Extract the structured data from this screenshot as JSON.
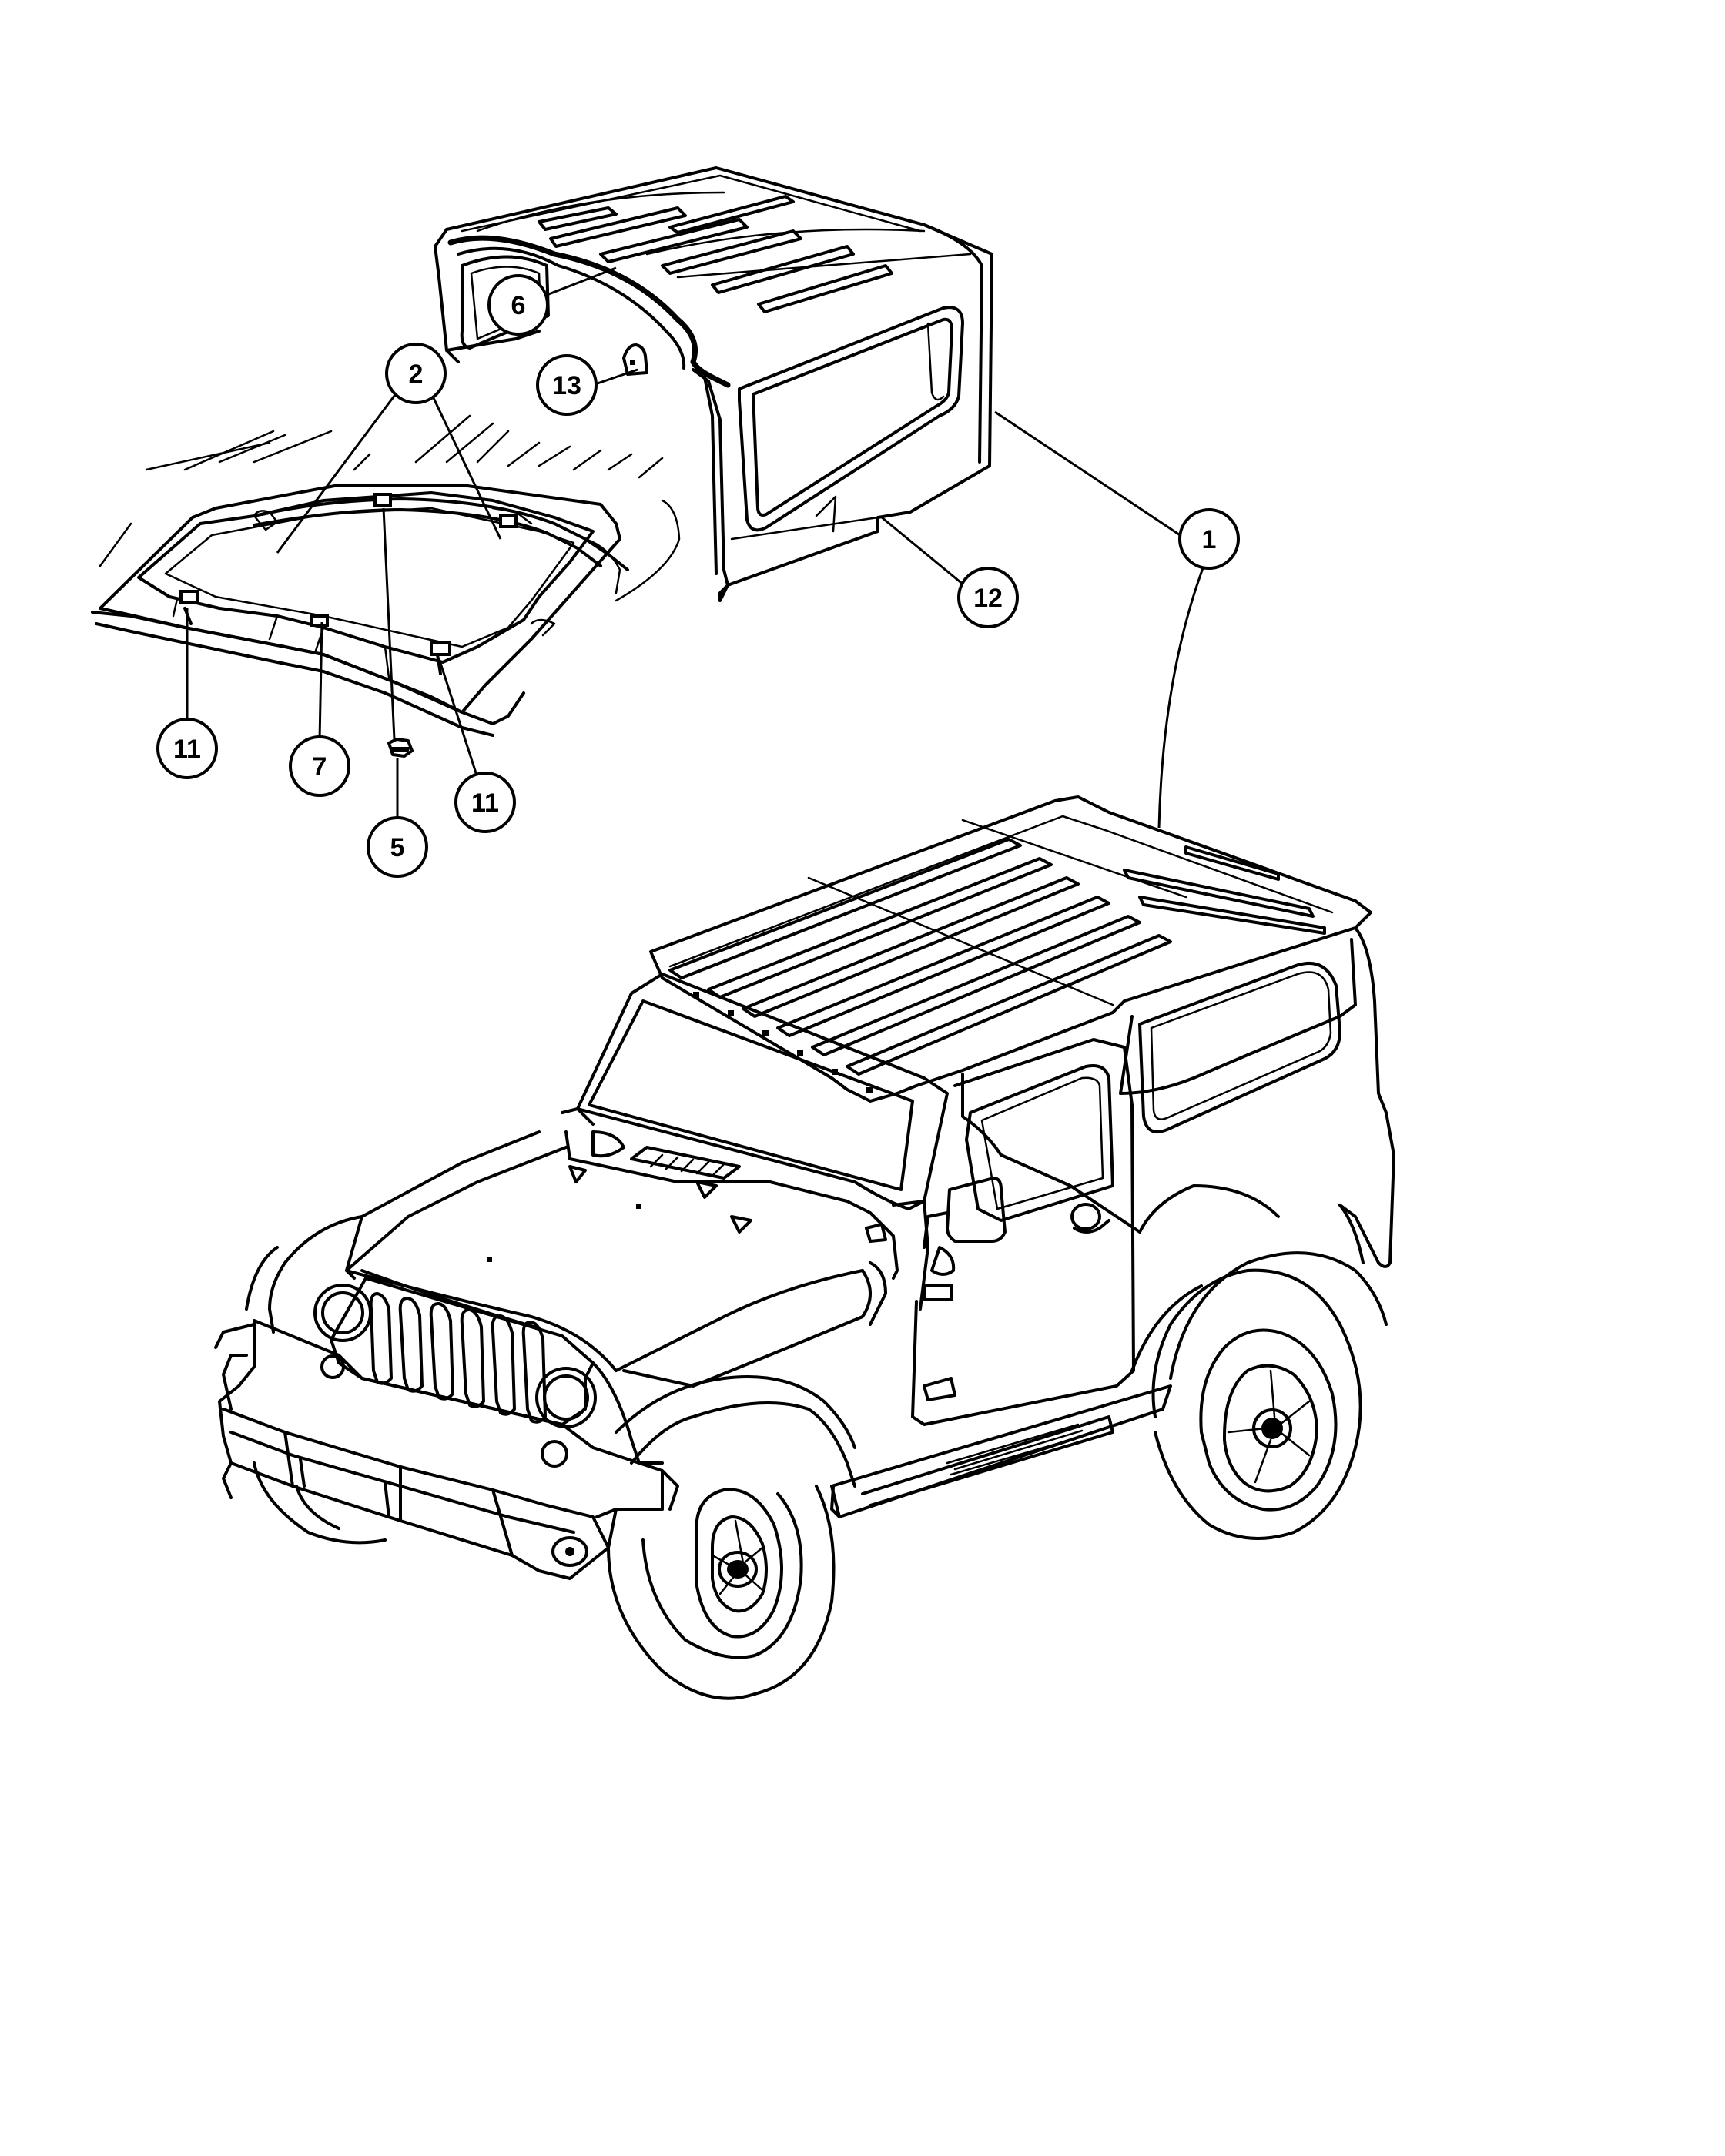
{
  "callouts": [
    {
      "id": "c1",
      "label": "1"
    },
    {
      "id": "c2",
      "label": "2"
    },
    {
      "id": "c5",
      "label": "5"
    },
    {
      "id": "c6",
      "label": "6"
    },
    {
      "id": "c7",
      "label": "7"
    },
    {
      "id": "c11a",
      "label": "11"
    },
    {
      "id": "c11b",
      "label": "11"
    },
    {
      "id": "c12",
      "label": "12"
    },
    {
      "id": "c13",
      "label": "13"
    }
  ],
  "colors": {
    "line": "#000000",
    "background": "#ffffff"
  }
}
